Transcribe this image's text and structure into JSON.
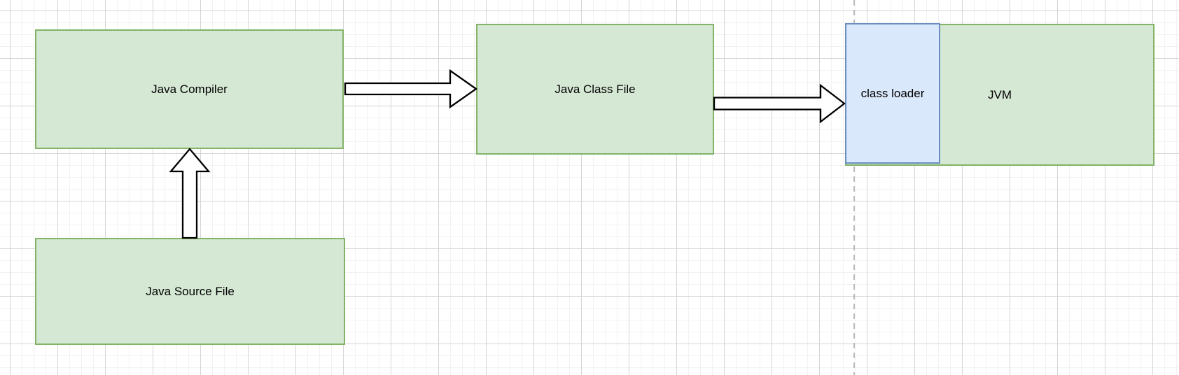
{
  "diagram": {
    "type": "flow-diagram",
    "nodes": [
      {
        "id": "java-compiler",
        "label": "Java Compiler",
        "fill": "#d5e8d4",
        "border": "#82b366"
      },
      {
        "id": "java-class-file",
        "label": "Java Class File",
        "fill": "#d5e8d4",
        "border": "#82b366"
      },
      {
        "id": "class-loader",
        "label": "class loader",
        "fill": "#dae8fc",
        "border": "#6c8ebf"
      },
      {
        "id": "jvm",
        "label": "JVM",
        "fill": "#d5e8d4",
        "border": "#82b366"
      },
      {
        "id": "java-source-file",
        "label": "Java Source File",
        "fill": "#d5e8d4",
        "border": "#82b366"
      }
    ],
    "edges": [
      {
        "from": "java-source-file",
        "to": "java-compiler",
        "direction": "up",
        "style": "hollow-block-arrow"
      },
      {
        "from": "java-compiler",
        "to": "java-class-file",
        "direction": "right",
        "style": "hollow-block-arrow"
      },
      {
        "from": "java-class-file",
        "to": "class-loader",
        "direction": "right",
        "style": "hollow-block-arrow"
      }
    ],
    "annotations": [
      {
        "type": "dashed-vertical-line",
        "color": "#b0b0b0"
      }
    ],
    "canvas": {
      "background": "#ffffff",
      "grid_minor_color": "#f2f2f2",
      "grid_major_color": "#d5d5d5",
      "arrow_fill": "#ffffff",
      "arrow_stroke": "#000000"
    }
  }
}
